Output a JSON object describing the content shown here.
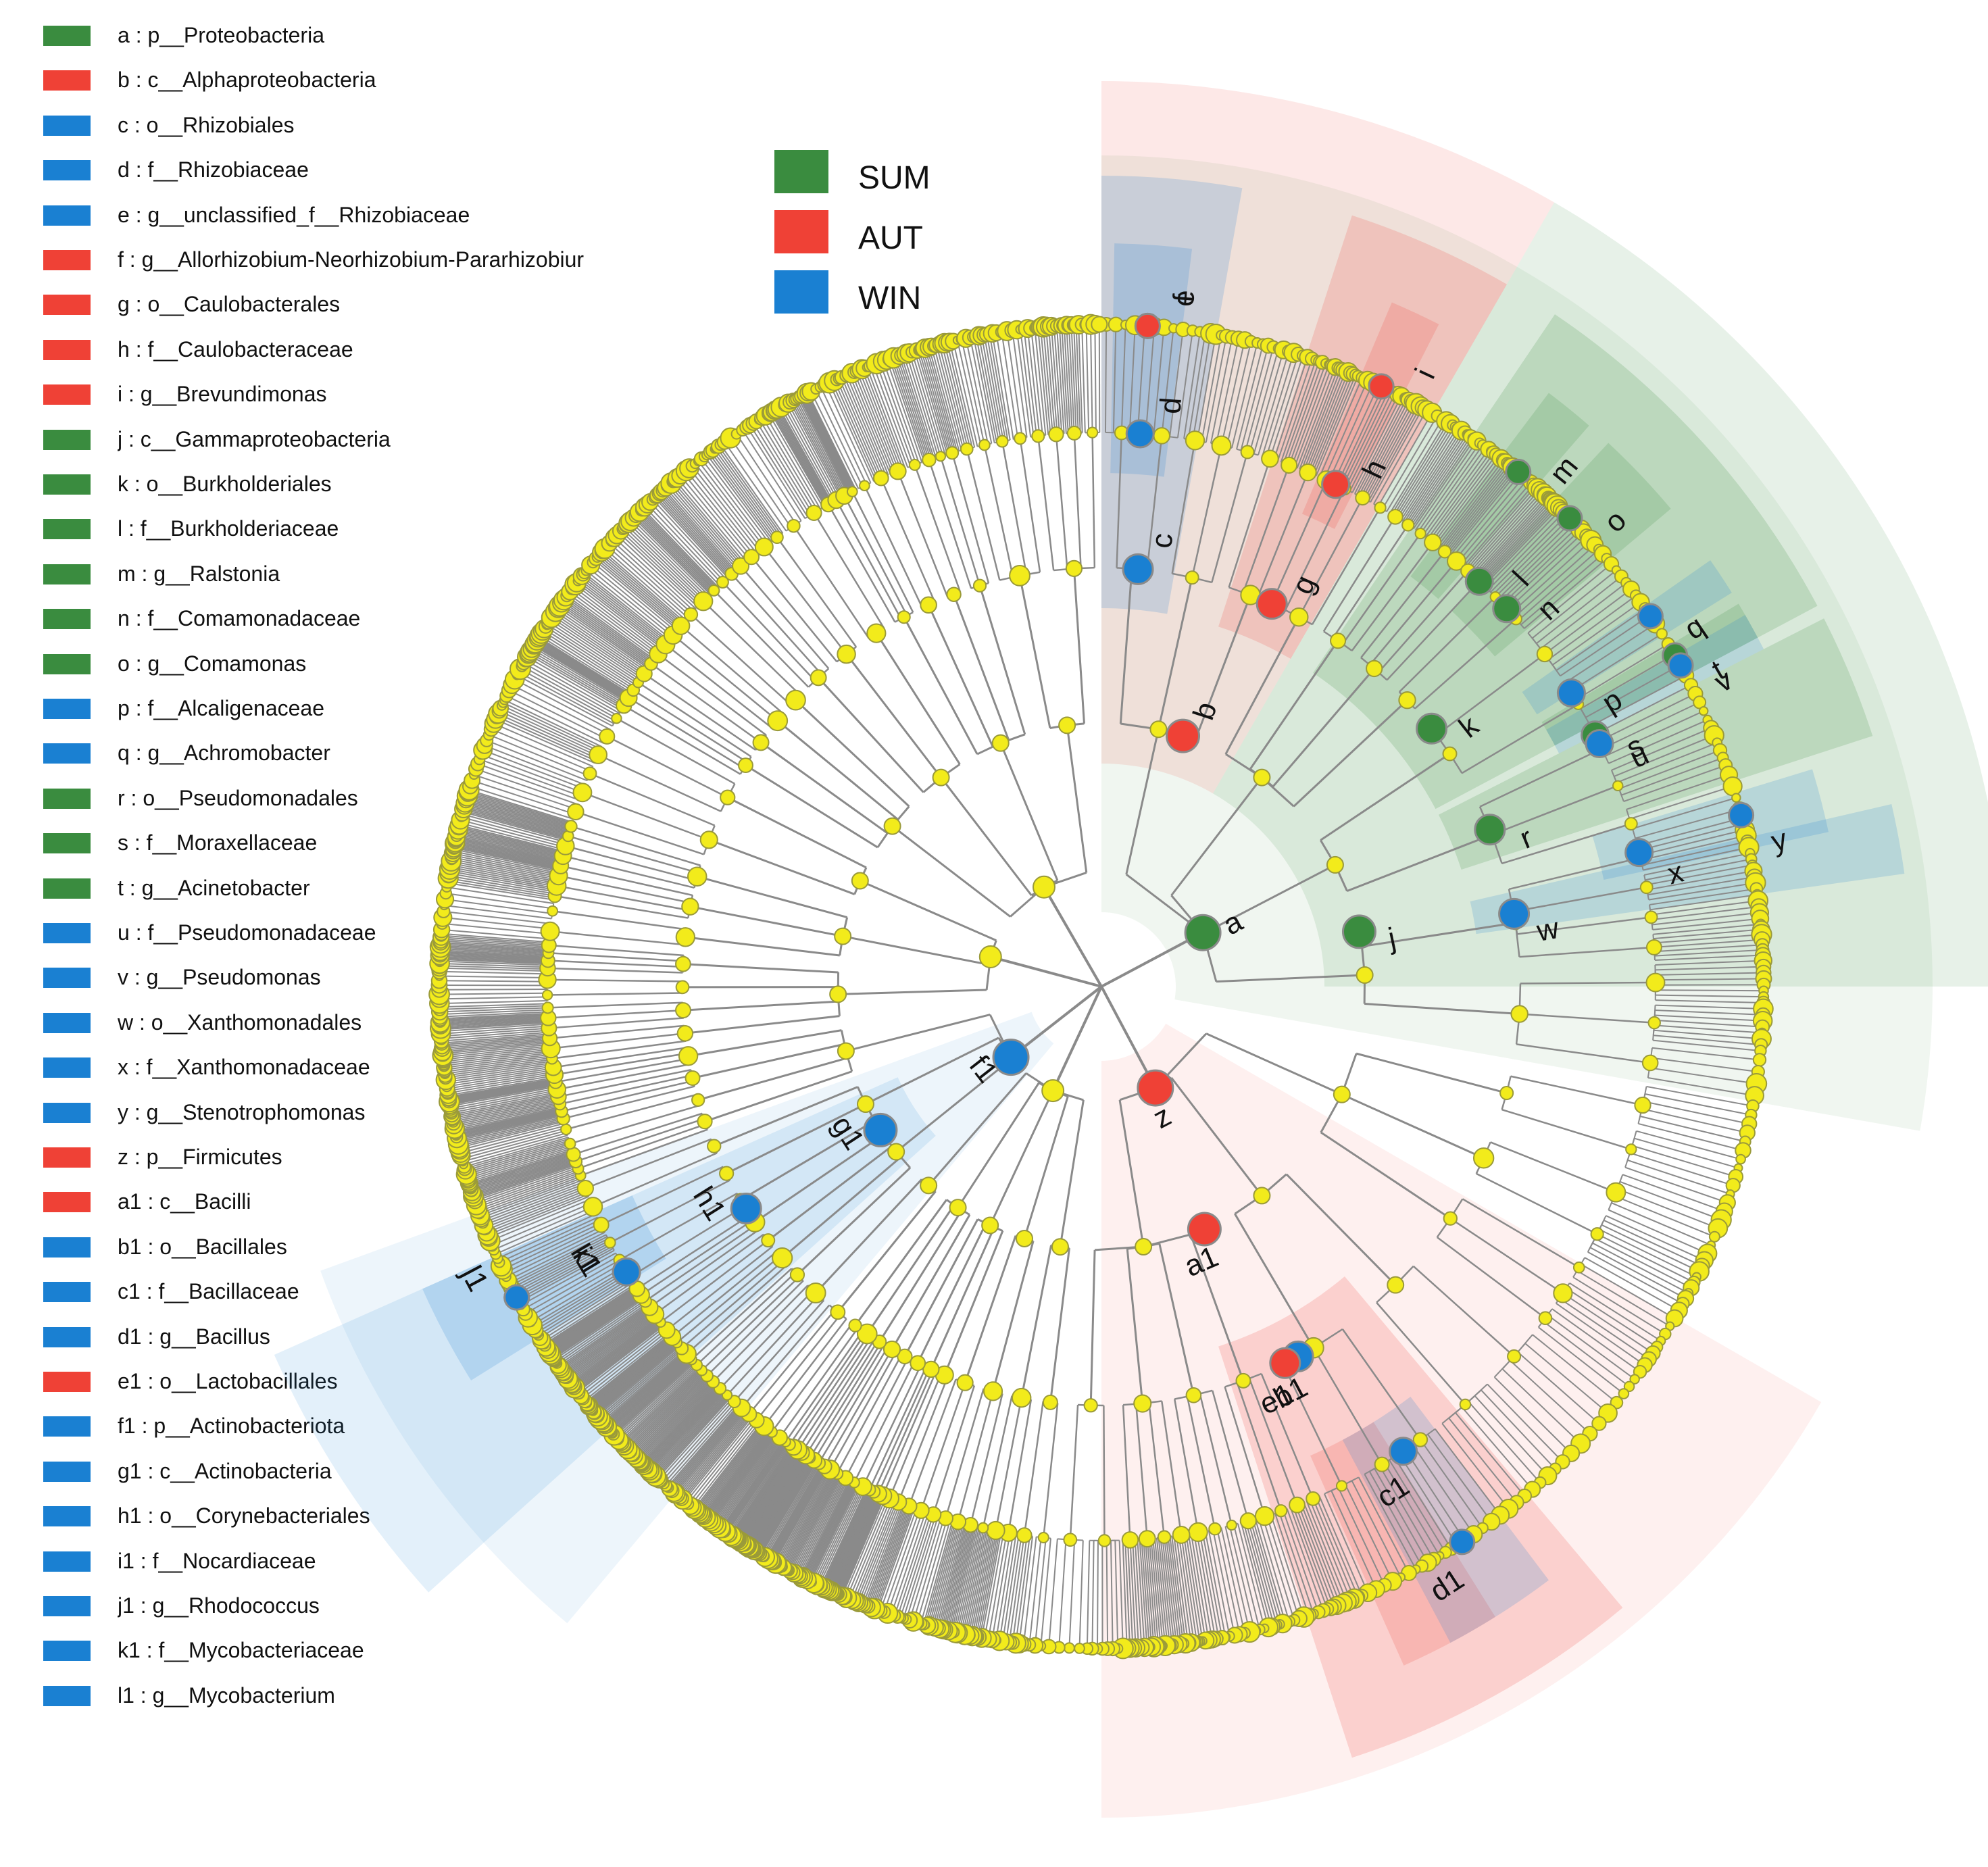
{
  "colors": {
    "SUM": "#3a8c3f",
    "AUT": "#ef4136",
    "WIN": "#1a80d2",
    "node": "#f2eb1b",
    "branch": "#8a8a8a"
  },
  "legend": [
    {
      "key": "a",
      "taxon": "p__Proteobacteria",
      "group": "SUM",
      "text": "a : p__Proteobacteria"
    },
    {
      "key": "b",
      "taxon": "c__Alphaproteobacteria",
      "group": "AUT",
      "text": "b : c__Alphaproteobacteria"
    },
    {
      "key": "c",
      "taxon": "o__Rhizobiales",
      "group": "WIN",
      "text": "c : o__Rhizobiales"
    },
    {
      "key": "d",
      "taxon": "f__Rhizobiaceae",
      "group": "WIN",
      "text": "d : f__Rhizobiaceae"
    },
    {
      "key": "e",
      "taxon": "g__unclassified_f__Rhizobiaceae",
      "group": "WIN",
      "text": "e : g__unclassified_f__Rhizobiaceae"
    },
    {
      "key": "f",
      "taxon": "g__Allorhizobium-Neorhizobium-Pararhizobiur",
      "group": "AUT",
      "text": "f : g__Allorhizobium-Neorhizobium-Pararhizobiur"
    },
    {
      "key": "g",
      "taxon": "o__Caulobacterales",
      "group": "AUT",
      "text": "g : o__Caulobacterales"
    },
    {
      "key": "h",
      "taxon": "f__Caulobacteraceae",
      "group": "AUT",
      "text": "h : f__Caulobacteraceae"
    },
    {
      "key": "i",
      "taxon": "g__Brevundimonas",
      "group": "AUT",
      "text": "i : g__Brevundimonas"
    },
    {
      "key": "j",
      "taxon": "c__Gammaproteobacteria",
      "group": "SUM",
      "text": "j : c__Gammaproteobacteria"
    },
    {
      "key": "k",
      "taxon": "o__Burkholderiales",
      "group": "SUM",
      "text": "k : o__Burkholderiales"
    },
    {
      "key": "l",
      "taxon": "f__Burkholderiaceae",
      "group": "SUM",
      "text": "l : f__Burkholderiaceae"
    },
    {
      "key": "m",
      "taxon": "g__Ralstonia",
      "group": "SUM",
      "text": "m : g__Ralstonia"
    },
    {
      "key": "n",
      "taxon": "f__Comamonadaceae",
      "group": "SUM",
      "text": "n : f__Comamonadaceae"
    },
    {
      "key": "o",
      "taxon": "g__Comamonas",
      "group": "SUM",
      "text": "o : g__Comamonas"
    },
    {
      "key": "p",
      "taxon": "f__Alcaligenaceae",
      "group": "WIN",
      "text": "p : f__Alcaligenaceae"
    },
    {
      "key": "q",
      "taxon": "g__Achromobacter",
      "group": "WIN",
      "text": "q : g__Achromobacter"
    },
    {
      "key": "r",
      "taxon": "o__Pseudomonadales",
      "group": "SUM",
      "text": "r : o__Pseudomonadales"
    },
    {
      "key": "s",
      "taxon": "f__Moraxellaceae",
      "group": "SUM",
      "text": "s : f__Moraxellaceae"
    },
    {
      "key": "t",
      "taxon": "g__Acinetobacter",
      "group": "SUM",
      "text": "t : g__Acinetobacter"
    },
    {
      "key": "u",
      "taxon": "f__Pseudomonadaceae",
      "group": "WIN",
      "text": "u : f__Pseudomonadaceae"
    },
    {
      "key": "v",
      "taxon": "g__Pseudomonas",
      "group": "WIN",
      "text": "v : g__Pseudomonas"
    },
    {
      "key": "w",
      "taxon": "o__Xanthomonadales",
      "group": "WIN",
      "text": "w : o__Xanthomonadales"
    },
    {
      "key": "x",
      "taxon": "f__Xanthomonadaceae",
      "group": "WIN",
      "text": "x : f__Xanthomonadaceae"
    },
    {
      "key": "y",
      "taxon": "g__Stenotrophomonas",
      "group": "WIN",
      "text": "y : g__Stenotrophomonas"
    },
    {
      "key": "z",
      "taxon": "p__Firmicutes",
      "group": "AUT",
      "text": "z : p__Firmicutes"
    },
    {
      "key": "a1",
      "taxon": "c__Bacilli",
      "group": "AUT",
      "text": "a1 : c__Bacilli"
    },
    {
      "key": "b1",
      "taxon": "o__Bacillales",
      "group": "WIN",
      "text": "b1 : o__Bacillales"
    },
    {
      "key": "c1",
      "taxon": "f__Bacillaceae",
      "group": "WIN",
      "text": "c1 : f__Bacillaceae"
    },
    {
      "key": "d1",
      "taxon": "g__Bacillus",
      "group": "WIN",
      "text": "d1 : g__Bacillus"
    },
    {
      "key": "e1",
      "taxon": "o__Lactobacillales",
      "group": "AUT",
      "text": "e1 : o__Lactobacillales"
    },
    {
      "key": "f1",
      "taxon": "p__Actinobacteriota",
      "group": "WIN",
      "text": "f1 : p__Actinobacteriota"
    },
    {
      "key": "g1",
      "taxon": "c__Actinobacteria",
      "group": "WIN",
      "text": "g1 : c__Actinobacteria"
    },
    {
      "key": "h1",
      "taxon": "o__Corynebacteriales",
      "group": "WIN",
      "text": "h1 : o__Corynebacteriales"
    },
    {
      "key": "i1",
      "taxon": "f__Nocardiaceae",
      "group": "WIN",
      "text": "i1 : f__Nocardiaceae"
    },
    {
      "key": "j1",
      "taxon": "g__Rhodococcus",
      "group": "WIN",
      "text": "j1 : g__Rhodococcus"
    },
    {
      "key": "k1",
      "taxon": "f__Mycobacteriaceae",
      "group": "WIN",
      "text": "k1 : f__Mycobacteriaceae"
    },
    {
      "key": "l1",
      "taxon": "g__Mycobacterium",
      "group": "WIN",
      "text": "l1 : g__Mycobacterium"
    }
  ],
  "groups": [
    {
      "name": "SUM"
    },
    {
      "name": "AUT"
    },
    {
      "name": "WIN"
    }
  ],
  "nodes": [
    {
      "key": "a",
      "rank": 1,
      "angle": 62
    },
    {
      "key": "z",
      "rank": 1,
      "angle": 152
    },
    {
      "key": "f1",
      "rank": 1,
      "angle": 232
    },
    {
      "key": "b",
      "rank": 2,
      "angle": 18
    },
    {
      "key": "j",
      "rank": 2,
      "angle": 78
    },
    {
      "key": "a1",
      "rank": 2,
      "angle": 157
    },
    {
      "key": "g1",
      "rank": 2,
      "angle": 237
    },
    {
      "key": "c",
      "rank": 3,
      "angle": 5
    },
    {
      "key": "g",
      "rank": 3,
      "angle": 24
    },
    {
      "key": "k",
      "rank": 3,
      "angle": 52
    },
    {
      "key": "r",
      "rank": 3,
      "angle": 68
    },
    {
      "key": "w",
      "rank": 3,
      "angle": 80
    },
    {
      "key": "b1",
      "rank": 3,
      "angle": 152
    },
    {
      "key": "e1",
      "rank": 3,
      "angle": 154
    },
    {
      "key": "h1",
      "rank": 3,
      "angle": 238
    },
    {
      "key": "d",
      "rank": 4,
      "angle": 4
    },
    {
      "key": "h",
      "rank": 4,
      "angle": 25
    },
    {
      "key": "l",
      "rank": 4,
      "angle": 43
    },
    {
      "key": "n",
      "rank": 4,
      "angle": 47
    },
    {
      "key": "p",
      "rank": 4,
      "angle": 58
    },
    {
      "key": "s",
      "rank": 4,
      "angle": 63
    },
    {
      "key": "u",
      "rank": 4,
      "angle": 64
    },
    {
      "key": "x",
      "rank": 4,
      "angle": 76
    },
    {
      "key": "c1",
      "rank": 4,
      "angle": 147
    },
    {
      "key": "i1",
      "rank": 4,
      "angle": 239
    },
    {
      "key": "k1",
      "rank": 4,
      "angle": 239
    },
    {
      "key": "e",
      "rank": 5,
      "angle": 4
    },
    {
      "key": "f",
      "rank": 5,
      "angle": 4
    },
    {
      "key": "i",
      "rank": 5,
      "angle": 25
    },
    {
      "key": "m",
      "rank": 5,
      "angle": 39
    },
    {
      "key": "o",
      "rank": 5,
      "angle": 45
    },
    {
      "key": "q",
      "rank": 5,
      "angle": 56
    },
    {
      "key": "t",
      "rank": 5,
      "angle": 60
    },
    {
      "key": "v",
      "rank": 5,
      "angle": 61
    },
    {
      "key": "y",
      "rank": 5,
      "angle": 75
    },
    {
      "key": "d1",
      "rank": 5,
      "angle": 147
    },
    {
      "key": "j1",
      "rank": 5,
      "angle": 242
    },
    {
      "key": "l1",
      "rank": 5,
      "angle": 242
    }
  ],
  "sectors": [
    {
      "group": "SUM",
      "rank": 1,
      "start": 0,
      "end": 100
    },
    {
      "group": "AUT",
      "rank": 2,
      "start": 0,
      "end": 30
    },
    {
      "group": "SUM",
      "rank": 2,
      "start": 30,
      "end": 90
    },
    {
      "group": "WIN",
      "rank": 3,
      "start": 0,
      "end": 10
    },
    {
      "group": "AUT",
      "rank": 3,
      "start": 18,
      "end": 30
    },
    {
      "group": "SUM",
      "rank": 3,
      "start": 34,
      "end": 62
    },
    {
      "group": "SUM",
      "rank": 3,
      "start": 63,
      "end": 72
    },
    {
      "group": "WIN",
      "rank": 3,
      "start": 77,
      "end": 82
    },
    {
      "group": "WIN",
      "rank": 4,
      "start": 1,
      "end": 7
    },
    {
      "group": "AUT",
      "rank": 4,
      "start": 23,
      "end": 27
    },
    {
      "group": "SUM",
      "rank": 4,
      "start": 37,
      "end": 41
    },
    {
      "group": "SUM",
      "rank": 4,
      "start": 43,
      "end": 50
    },
    {
      "group": "WIN",
      "rank": 4,
      "start": 55,
      "end": 58
    },
    {
      "group": "SUM",
      "rank": 4,
      "start": 59,
      "end": 62
    },
    {
      "group": "WIN",
      "rank": 4,
      "start": 60,
      "end": 63
    },
    {
      "group": "WIN",
      "rank": 4,
      "start": 73,
      "end": 78
    },
    {
      "group": "AUT",
      "rank": 1,
      "start": 120,
      "end": 180
    },
    {
      "group": "AUT",
      "rank": 3,
      "start": 140,
      "end": 162
    },
    {
      "group": "AUT",
      "rank": 4,
      "start": 148,
      "end": 156
    },
    {
      "group": "WIN",
      "rank": 4,
      "start": 143,
      "end": 152
    },
    {
      "group": "WIN",
      "rank": 1,
      "start": 220,
      "end": 250
    },
    {
      "group": "WIN",
      "rank": 2,
      "start": 228,
      "end": 246
    },
    {
      "group": "WIN",
      "rank": 4,
      "start": 238,
      "end": 246
    }
  ]
}
